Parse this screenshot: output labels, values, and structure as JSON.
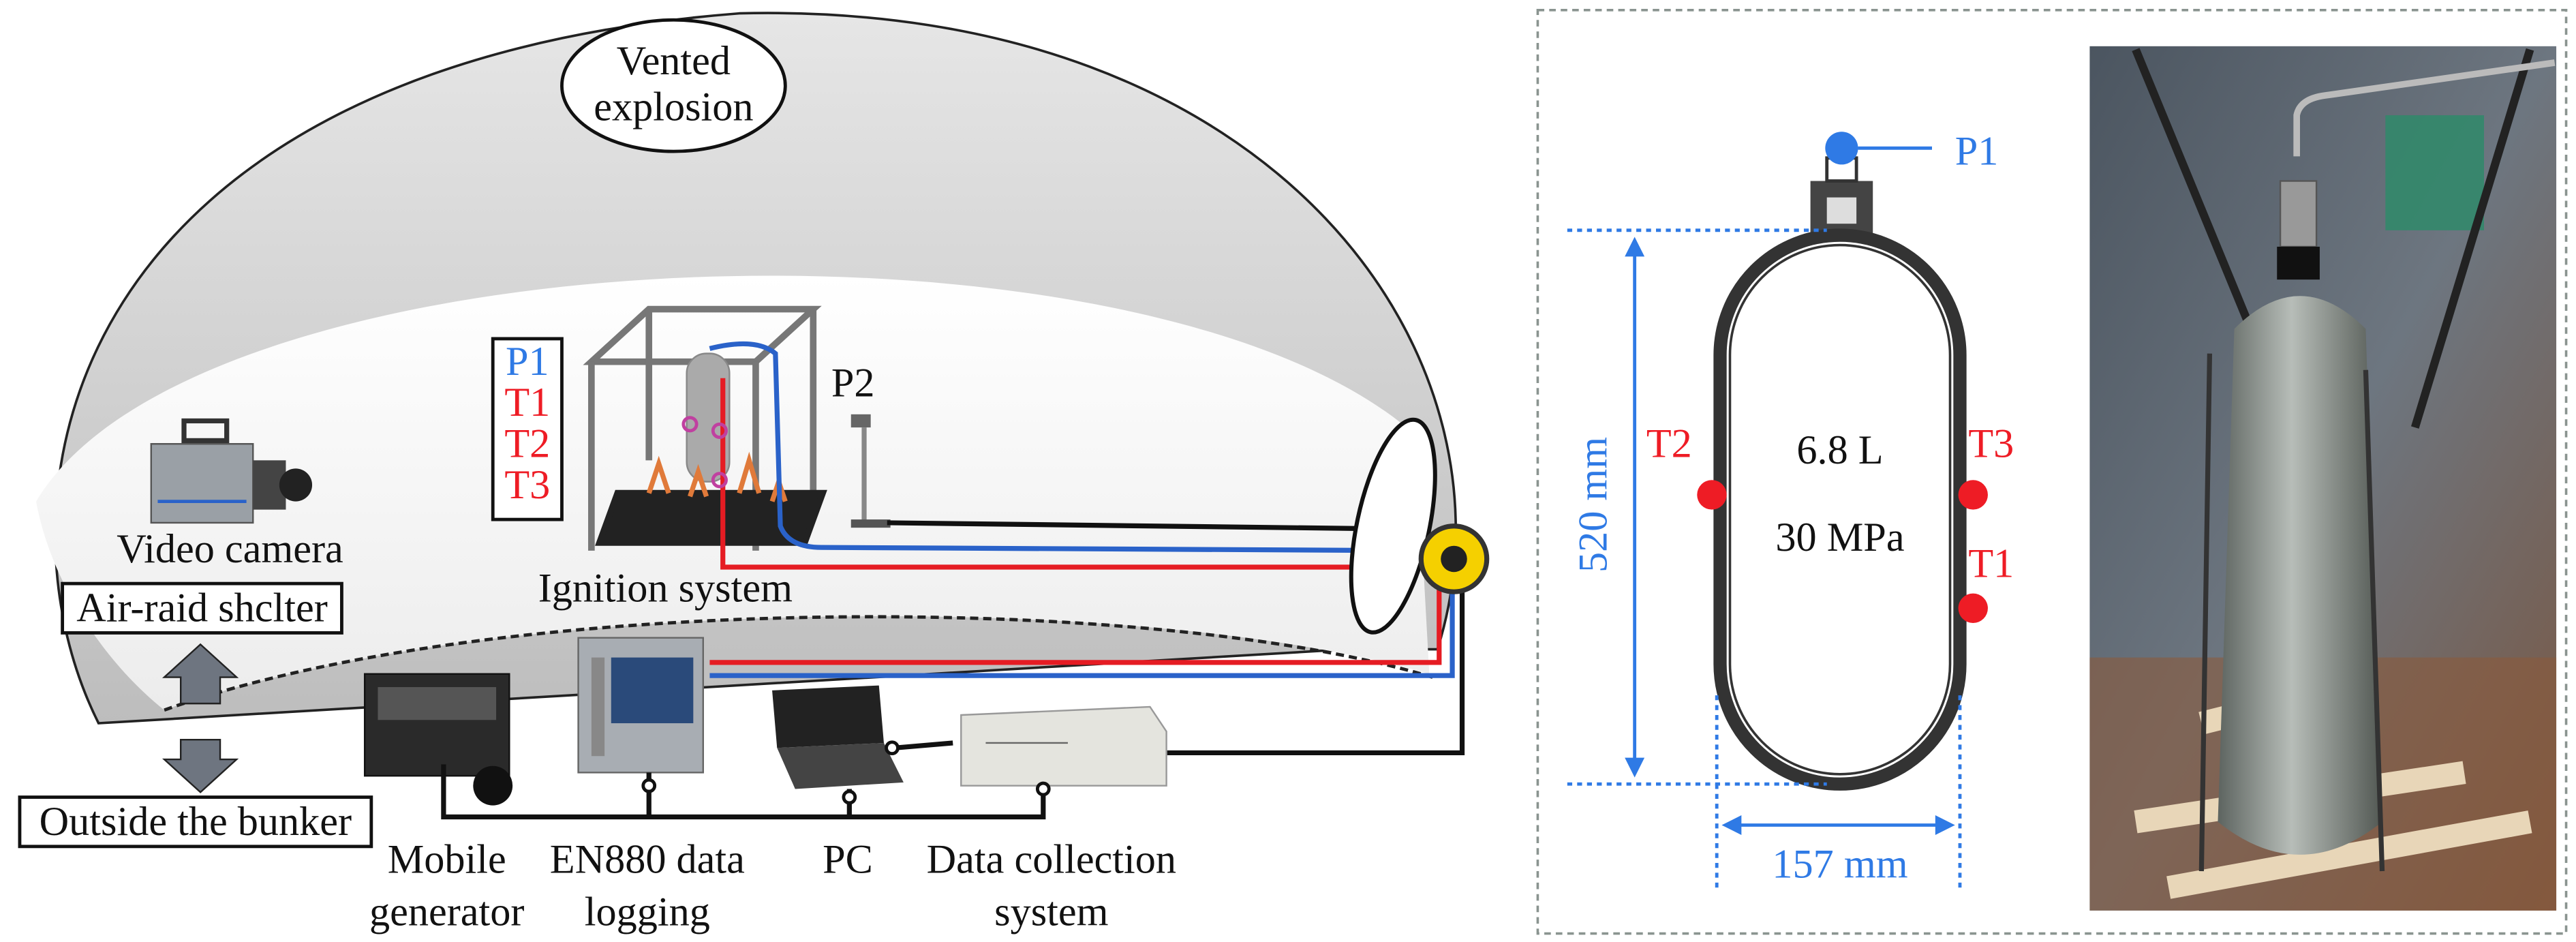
{
  "left_panel": {
    "vented_explosion": [
      "Vented",
      "explosion"
    ],
    "video_camera": "Video camera",
    "air_raid_shelter": "Air-raid shclter",
    "outside_bunker": "Outside the bunker",
    "sensor_legend": [
      "P1",
      "T1",
      "T2",
      "T3"
    ],
    "ignition_system": "Ignition system",
    "p2": "P2",
    "devices": {
      "generator": [
        "Mobile",
        "generator"
      ],
      "en880": [
        "EN880 data",
        "logging"
      ],
      "pc": "PC",
      "data_collection": [
        "Data collection",
        "system"
      ]
    }
  },
  "right_panel": {
    "p1": "P1",
    "t1": "T1",
    "t2": "T2",
    "t3": "T3",
    "volume": "6.8 L",
    "pressure": "30 MPa",
    "height": "520 mm",
    "diameter": "157 mm"
  },
  "colors": {
    "pressure": "#2f7ae5",
    "temperature": "#ee1c25",
    "dimension": "#2f7ae5",
    "cable_red": "#e51c23",
    "cable_blue": "#2a62c9"
  }
}
